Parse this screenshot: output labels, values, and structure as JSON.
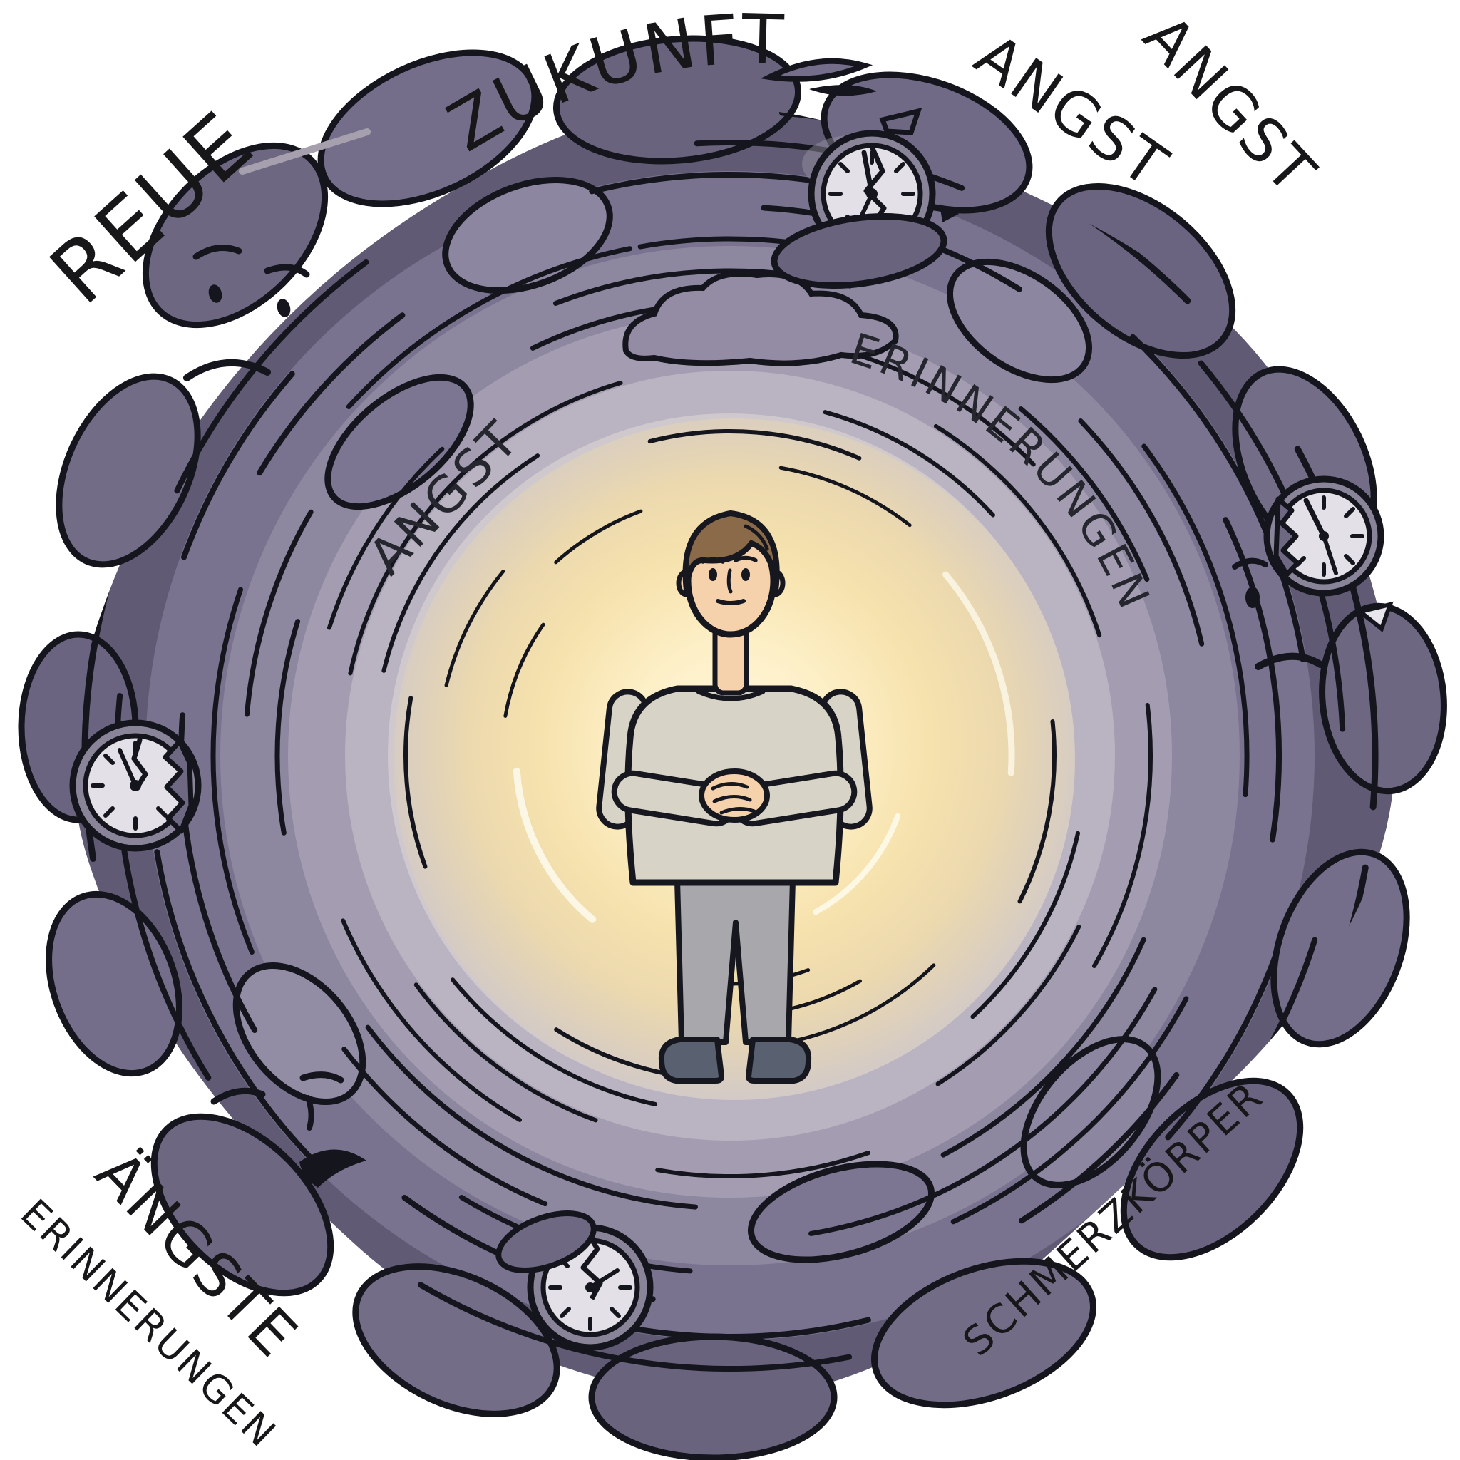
{
  "labels": {
    "reue": "REUE",
    "zukunft": "ZUKUNFT",
    "angst_top_right_1": "ANGST",
    "angst_top_right_2": "ANGST",
    "angst_inner": "ANGST",
    "erinnerungen_inner": "ERINNERUNGEN",
    "aengste": "ÄNGSTE",
    "erinnerungen_bottom": "ERINNERUNGEN",
    "schmerzkoerper": "SCHMERZKÖRPER"
  },
  "figures": {
    "person": "calm-person",
    "clocks": [
      "broken-clock-top",
      "broken-clock-right",
      "broken-clock-left",
      "broken-clock-bottom"
    ],
    "faces": [
      "angry-cloud-face-top-left",
      "angry-cloud-face-right",
      "angry-cloud-face-bottom-left"
    ]
  },
  "colors": {
    "background": "#ffffff",
    "outline": "#15151d",
    "storm_base": "#6c657f",
    "storm_dark": "#615a74",
    "storm_mid1": "#797390",
    "storm_mid2": "#8d87a0",
    "storm_mid3": "#a49db2",
    "storm_light1": "#bab3c2",
    "storm_light2": "#cfc8cd",
    "bump_dark": "#6a637e",
    "bump_mid": "#746d88",
    "bump_light": "#938ca4",
    "glow_center": "#fff9e0",
    "glow_warm": "#fdefc6",
    "glow_mid": "#f6e2ad",
    "glow_soft": "#ecd9ae",
    "glow_fade": "#ddd0bc",
    "glow_edge": "#d3cac7",
    "clock_rim": "#8a8499",
    "clock_face": "#e3e0e8",
    "skin": "#f5d2ac",
    "hair": "#8a6a48",
    "sweater": "#d7d4c7",
    "pants": "#a8a8ac",
    "shoes": "#59606f",
    "highlight_arc": "#fdf9ea",
    "gray_streak": "#a59fae"
  }
}
